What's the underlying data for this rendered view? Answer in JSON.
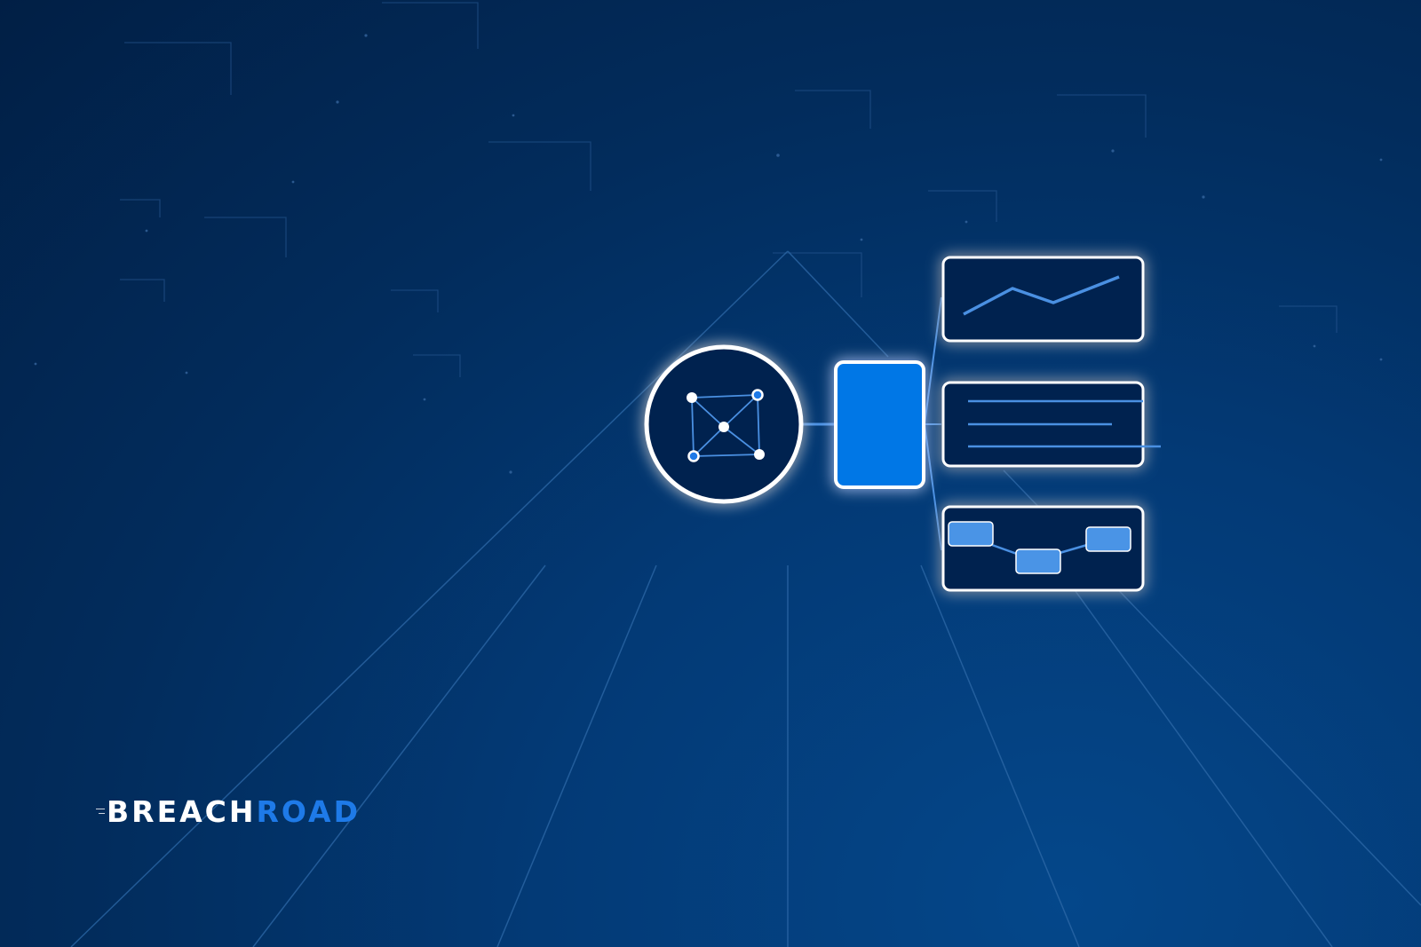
{
  "brand": {
    "name_first": "BREACH",
    "name_second": "ROAD",
    "colors": {
      "first": "#ffffff",
      "second": "#1e7ae8"
    }
  },
  "palette": {
    "background_dark": "#011f45",
    "background_light": "#04478a",
    "accent_blue": "#0577e6",
    "line_blue": "#4a90e2",
    "card_fill": "#032450",
    "outline": "#ffffff"
  },
  "illustration": {
    "network_icon": "graph-network-icon",
    "center_block": "processing-block",
    "cards": [
      {
        "icon": "line-chart-icon"
      },
      {
        "icon": "text-lines-icon"
      },
      {
        "icon": "flow-nodes-icon"
      }
    ]
  }
}
